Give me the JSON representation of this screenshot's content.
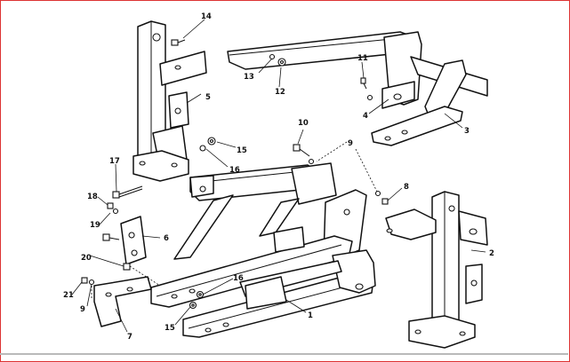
{
  "callouts": {
    "c1": "1",
    "c2": "2",
    "c3": "3",
    "c4": "4",
    "c5": "5",
    "c6": "6",
    "c7": "7",
    "c8": "8",
    "c9a": "9",
    "c9b": "9",
    "c10": "10",
    "c11": "11",
    "c12": "12",
    "c13": "13",
    "c14": "14",
    "c15a": "15",
    "c15b": "15",
    "c16a": "16",
    "c16b": "16",
    "c17": "17",
    "c18": "18",
    "c19": "19",
    "c20": "20",
    "c21": "21"
  },
  "colors": {
    "line": "#111111",
    "frame": "#dd3333",
    "separator": "#b9b9b9"
  }
}
